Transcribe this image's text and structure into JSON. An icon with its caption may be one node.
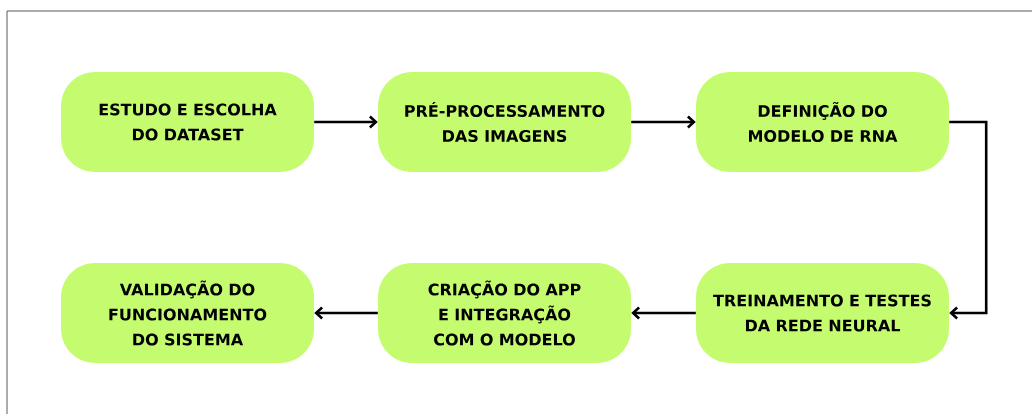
{
  "diagram": {
    "nodes": [
      {
        "text": [
          "ESTUDO E ESCOLHA DO DATASET"
        ]
      },
      {
        "text": [
          "PRÉ-PROCESSAMENTO DAS IMAGENS"
        ]
      },
      {
        "text": [
          "DEFINIÇÃO DO MODELO DE RNA"
        ]
      },
      {
        "text": [
          "TREINAMENTO E TESTES DA REDE NEURAL"
        ]
      },
      {
        "text": [
          "CRIAÇÃO DO APP E INTEGRAÇÃO COM O MODELO"
        ]
      },
      {
        "text": [
          "VALIDAÇÃO DO FUNCIONAMENTO DO SISTEMA"
        ]
      }
    ],
    "edges": [
      {
        "from": 0,
        "to": 1,
        "arrow": "to"
      },
      {
        "from": 1,
        "to": 2,
        "arrow": "to"
      },
      {
        "from": 2,
        "to": 3,
        "arrow": "to"
      },
      {
        "from": 3,
        "to": 4,
        "arrow": "to"
      },
      {
        "from": 4,
        "to": 5,
        "arrow": "to"
      }
    ]
  }
}
